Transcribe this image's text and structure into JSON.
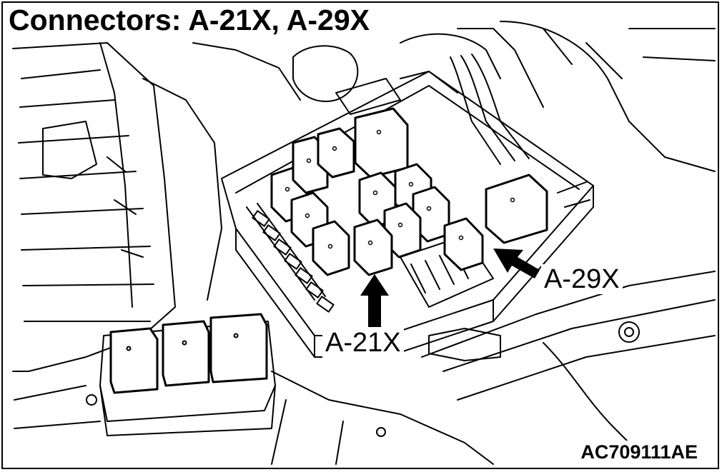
{
  "title": "Connectors: A-21X, A-29X",
  "callouts": {
    "a21x": "A-21X",
    "a29x": "A-29X"
  },
  "figure_id": "AC709111AE"
}
